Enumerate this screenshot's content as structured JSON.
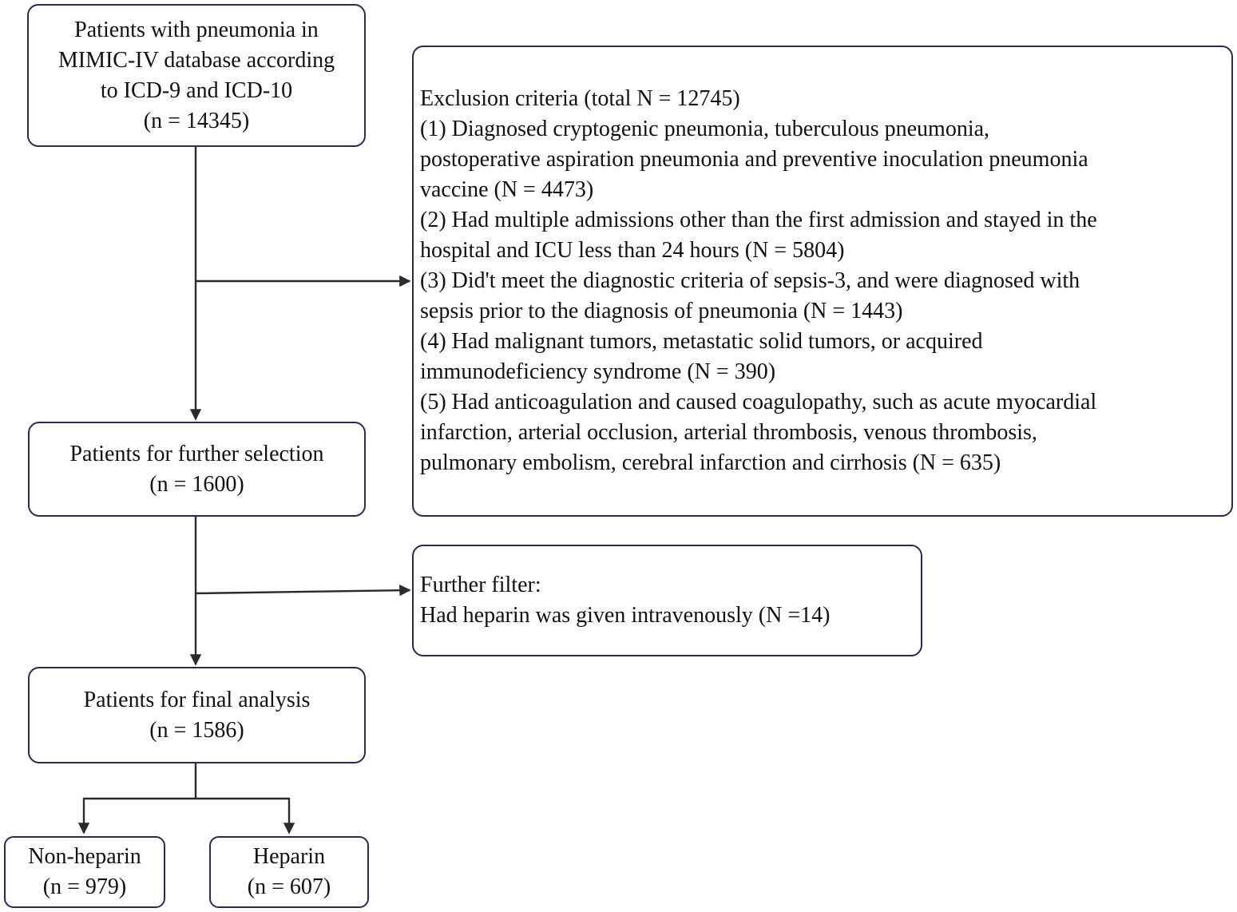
{
  "colors": {
    "background": "#ffffff",
    "text": "#111111",
    "box_border": "#242c55",
    "connector": "#2b2b2b"
  },
  "nodes": {
    "source": {
      "lines": [
        "Patients with pneumonia in",
        "MIMIC-IV database according",
        "to ICD-9 and ICD-10",
        "(n = 14345)"
      ]
    },
    "exclusion": {
      "lines": [
        "Exclusion criteria (total N = 12745)",
        "(1) Diagnosed cryptogenic pneumonia, tuberculous pneumonia,",
        "postoperative aspiration pneumonia and preventive inoculation pneumonia",
        "vaccine (N = 4473)",
        "(2) Had multiple admissions other than the first admission and stayed in the",
        "hospital and ICU less than 24 hours (N = 5804)",
        "(3) Did't meet the diagnostic criteria of sepsis-3, and were diagnosed with",
        "sepsis prior to the diagnosis of pneumonia (N = 1443)",
        "(4) Had malignant tumors, metastatic solid tumors, or acquired",
        "immunodeficiency syndrome (N = 390)",
        "(5) Had anticoagulation and caused coagulopathy, such as acute myocardial",
        "infarction, arterial occlusion, arterial thrombosis, venous thrombosis,",
        "pulmonary embolism, cerebral infarction and cirrhosis (N = 635)"
      ]
    },
    "further_selection": {
      "lines": [
        "Patients for further selection",
        "(n = 1600)"
      ]
    },
    "further_filter": {
      "lines": [
        "Further filter:",
        "Had heparin was given intravenously (N =14)"
      ]
    },
    "final_analysis": {
      "lines": [
        "Patients for final analysis",
        "(n = 1586)"
      ]
    },
    "non_heparin": {
      "lines": [
        "Non-heparin",
        "(n = 979)"
      ]
    },
    "heparin": {
      "lines": [
        "Heparin",
        "(n = 607)"
      ]
    }
  }
}
